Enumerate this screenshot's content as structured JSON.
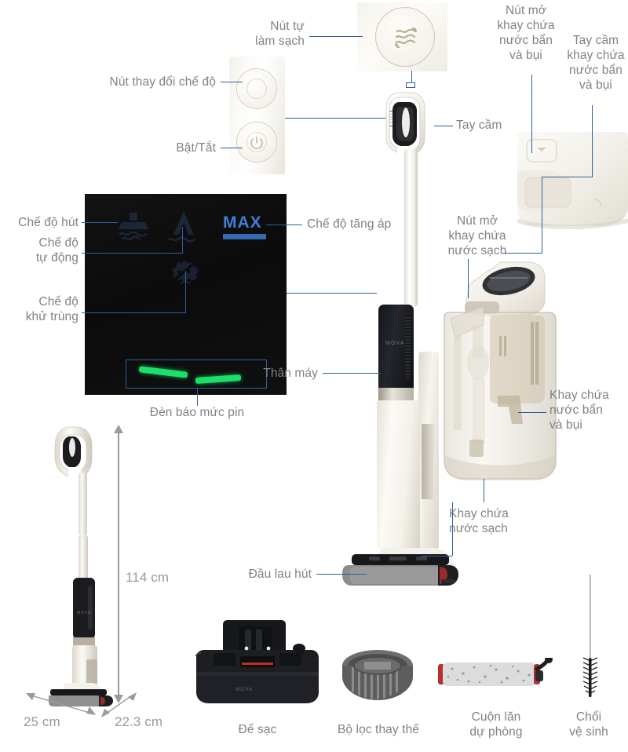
{
  "diagram": {
    "title": "MOVA cordless wet dry vacuum parts diagram",
    "accent_color": "#2f5f9e",
    "label_color": "#808285",
    "battery_color": "#19e06a",
    "max_color": "#3e7fd6"
  },
  "callouts": {
    "mode_button": "Nút thay đổi chế độ",
    "power_button": "Bật/Tắt",
    "self_clean_button": "Nút tự\nlàm sạch",
    "handle": "Tay cầm",
    "dirty_tank_release": "Nút mở\nkhay chứa\nnước bẩn\nvà bụi",
    "dirty_tank_handle": "Tay cầm\nkhay chứa\nnước bẩn\nvà bụi",
    "suction_mode": "Chế độ hút",
    "auto_mode": "Chế độ\ntự động",
    "sanitize_mode": "Chế độ\nkhử trùng",
    "boost_mode": "Chế độ tăng áp",
    "battery_indicator": "Đèn báo mức pin",
    "clean_tank_release": "Nút mở\nkhay chứa\nnước sạch",
    "main_body": "Thân máy",
    "dirty_tank": "Khay chứa\nnước bẩn\nvà bụi",
    "clean_tank": "Khay chứa\nnước sạch",
    "mop_head": "Đầu lau hút"
  },
  "display": {
    "max_label": "MAX",
    "icons": {
      "suction": "suction-mode-icon",
      "auto": "auto-mode-icon",
      "sanitize": "sanitize-mode-icon"
    }
  },
  "dimensions": {
    "height": "114 cm",
    "width": "25 cm",
    "depth": "22.3 cm"
  },
  "accessories": [
    {
      "name": "charging-dock",
      "label": "Đế sạc"
    },
    {
      "name": "replacement-filter",
      "label": "Bộ lọc thay thế"
    },
    {
      "name": "spare-roller",
      "label": "Cuộn lăn\ndự phòng"
    },
    {
      "name": "cleaning-brush",
      "label": "Chổi\nvệ sinh"
    }
  ],
  "branding": {
    "body_mark": "MOVA",
    "dock_mark": "MOVA"
  }
}
